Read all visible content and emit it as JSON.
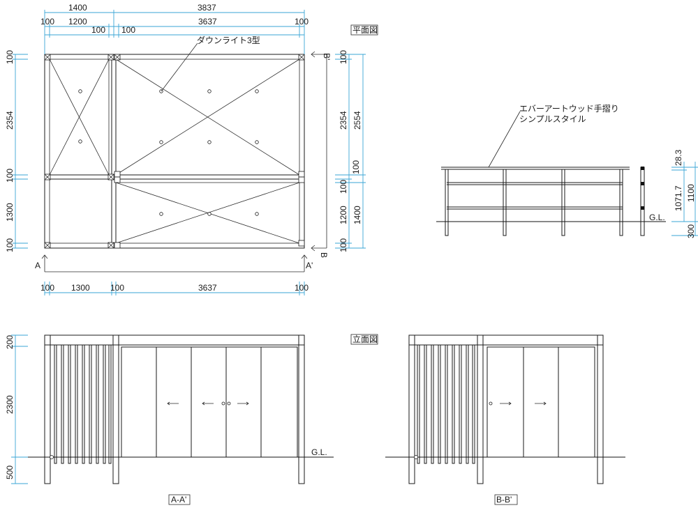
{
  "labels": {
    "plan_title": "平面図",
    "elev_title": "立面図",
    "downlight": "ダウンライト3型",
    "handrail_line1": "エバーアートウッド手摺り",
    "handrail_line2": "シンプルスタイル",
    "gl": "G.L.",
    "section_a": "A",
    "section_a2": "A'",
    "section_b": "B",
    "section_b2": "B'",
    "view_aa": "A-A'",
    "view_bb": "B-B'"
  },
  "plan_dims": {
    "top_overall_left": "1400",
    "top_overall_right": "3837",
    "top_100_a": "100",
    "top_1200": "1200",
    "top_100_b": "100",
    "top_100_c": "100",
    "top_3637": "3637",
    "top_100_d": "100",
    "bottom_100_a": "100",
    "bottom_1300": "1300",
    "bottom_100_b": "100",
    "bottom_3637": "3637",
    "bottom_100_c": "100",
    "left_100_a": "100",
    "left_2354": "2354",
    "left_100_b": "100",
    "left_1300": "1300",
    "left_100_c": "100",
    "right_100_a": "100",
    "right_2354": "2354",
    "right_2554": "2554",
    "right_100_b": "100",
    "right_100_c": "100",
    "right_1200": "1200",
    "right_1400": "1400",
    "right_100_d": "100"
  },
  "elev_dims": {
    "e_200": "200",
    "e_2300": "2300",
    "e_500": "500"
  },
  "rail_dims": {
    "r_283": "28.3",
    "r_10717": "1071.7",
    "r_1100": "1100",
    "r_300": "300"
  }
}
